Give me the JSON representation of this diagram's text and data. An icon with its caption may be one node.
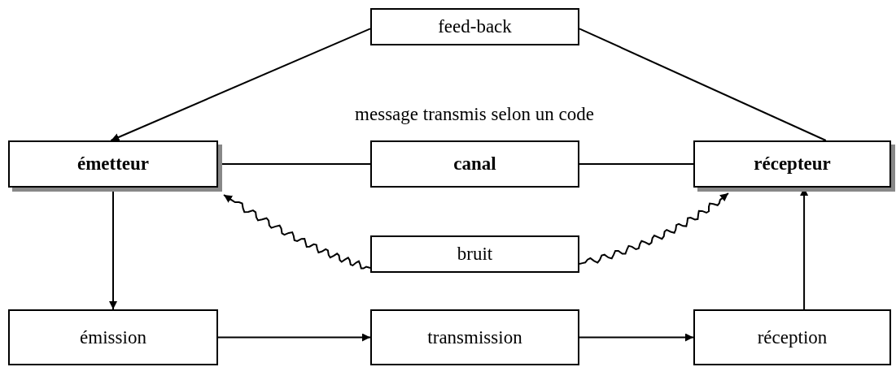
{
  "diagram": {
    "nodes": [
      {
        "text": [
          "feed-back"
        ]
      },
      {
        "text": [
          "émetteur"
        ]
      },
      {
        "text": [
          "canal"
        ]
      },
      {
        "text": [
          "récepteur"
        ]
      },
      {
        "text": [
          "bruit"
        ]
      },
      {
        "text": [
          "émission"
        ]
      },
      {
        "text": [
          "transmission"
        ]
      },
      {
        "text": [
          "réception"
        ]
      }
    ],
    "edges": [
      {
        "from": 0,
        "to": 1,
        "arrow": "to"
      },
      {
        "from": 3,
        "to": 0,
        "arrow": "none"
      },
      {
        "from": 1,
        "to": 2,
        "arrow": "none"
      },
      {
        "from": 2,
        "to": 3,
        "arrow": "none"
      },
      {
        "from": 4,
        "to": 1,
        "arrow": "to"
      },
      {
        "from": 4,
        "to": 3,
        "arrow": "to"
      },
      {
        "from": 1,
        "to": 5,
        "arrow": "to"
      },
      {
        "from": 5,
        "to": 6,
        "arrow": "to"
      },
      {
        "from": 6,
        "to": 7,
        "arrow": "to"
      },
      {
        "from": 7,
        "to": 3,
        "arrow": "to"
      }
    ],
    "labels": [
      "message transmis selon un code"
    ]
  }
}
